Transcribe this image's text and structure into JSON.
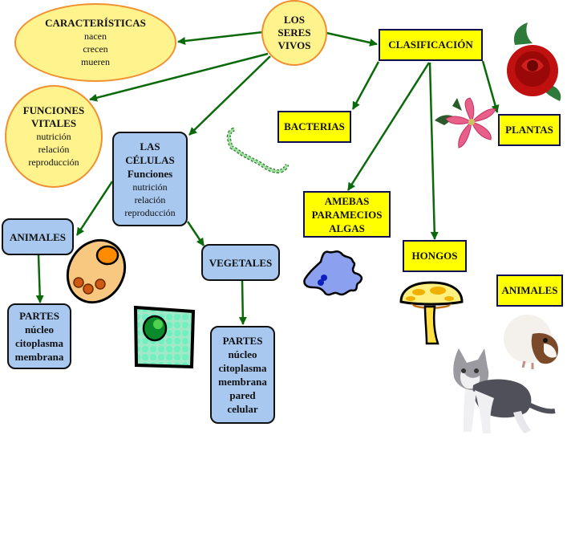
{
  "root": {
    "lines": [
      "LOS",
      "SERES",
      "VIVOS"
    ]
  },
  "caracteristicas": {
    "title": "CARACTERÍSTICAS",
    "items": [
      "nacen",
      "crecen",
      "mueren"
    ]
  },
  "funciones_vitales": {
    "title_lines": [
      "FUNCIONES",
      "VITALES"
    ],
    "items": [
      "nutrición",
      "relación",
      "reproducción"
    ]
  },
  "celulas": {
    "title_lines": [
      "LAS",
      "CÉLULAS"
    ],
    "subtitle": "Funciones",
    "items": [
      "nutrición",
      "relación",
      "reproducción"
    ]
  },
  "celula_animal": {
    "label": "ANIMALES",
    "parts_title": "PARTES",
    "parts": [
      "núcleo",
      "citoplasma",
      "membrana"
    ]
  },
  "celula_vegetal": {
    "label": "VEGETALES",
    "parts_title": "PARTES",
    "parts": [
      "núcleo",
      "citoplasma",
      "membrana",
      "pared",
      "celular"
    ]
  },
  "clasificacion": {
    "title": "CLASIFICACIÓN",
    "bacterias": "BACTERIAS",
    "protistas": [
      "AMEBAS",
      "PARAMECIOS",
      "ALGAS"
    ],
    "hongos": "HONGOS",
    "plantas": "PLANTAS",
    "animales": "ANIMALES"
  },
  "colors": {
    "arrow": "#0a6a0a",
    "ellipse_fill": "#fff38e",
    "ellipse_border": "#f09030",
    "blue_box": "#a8c8f0",
    "yellow_box": "#ffff00"
  },
  "images": [
    "bacteria-spiral",
    "animal-cell",
    "plant-cell",
    "amoeba",
    "mushroom",
    "rose",
    "lily",
    "guinea-pig",
    "kitten"
  ]
}
